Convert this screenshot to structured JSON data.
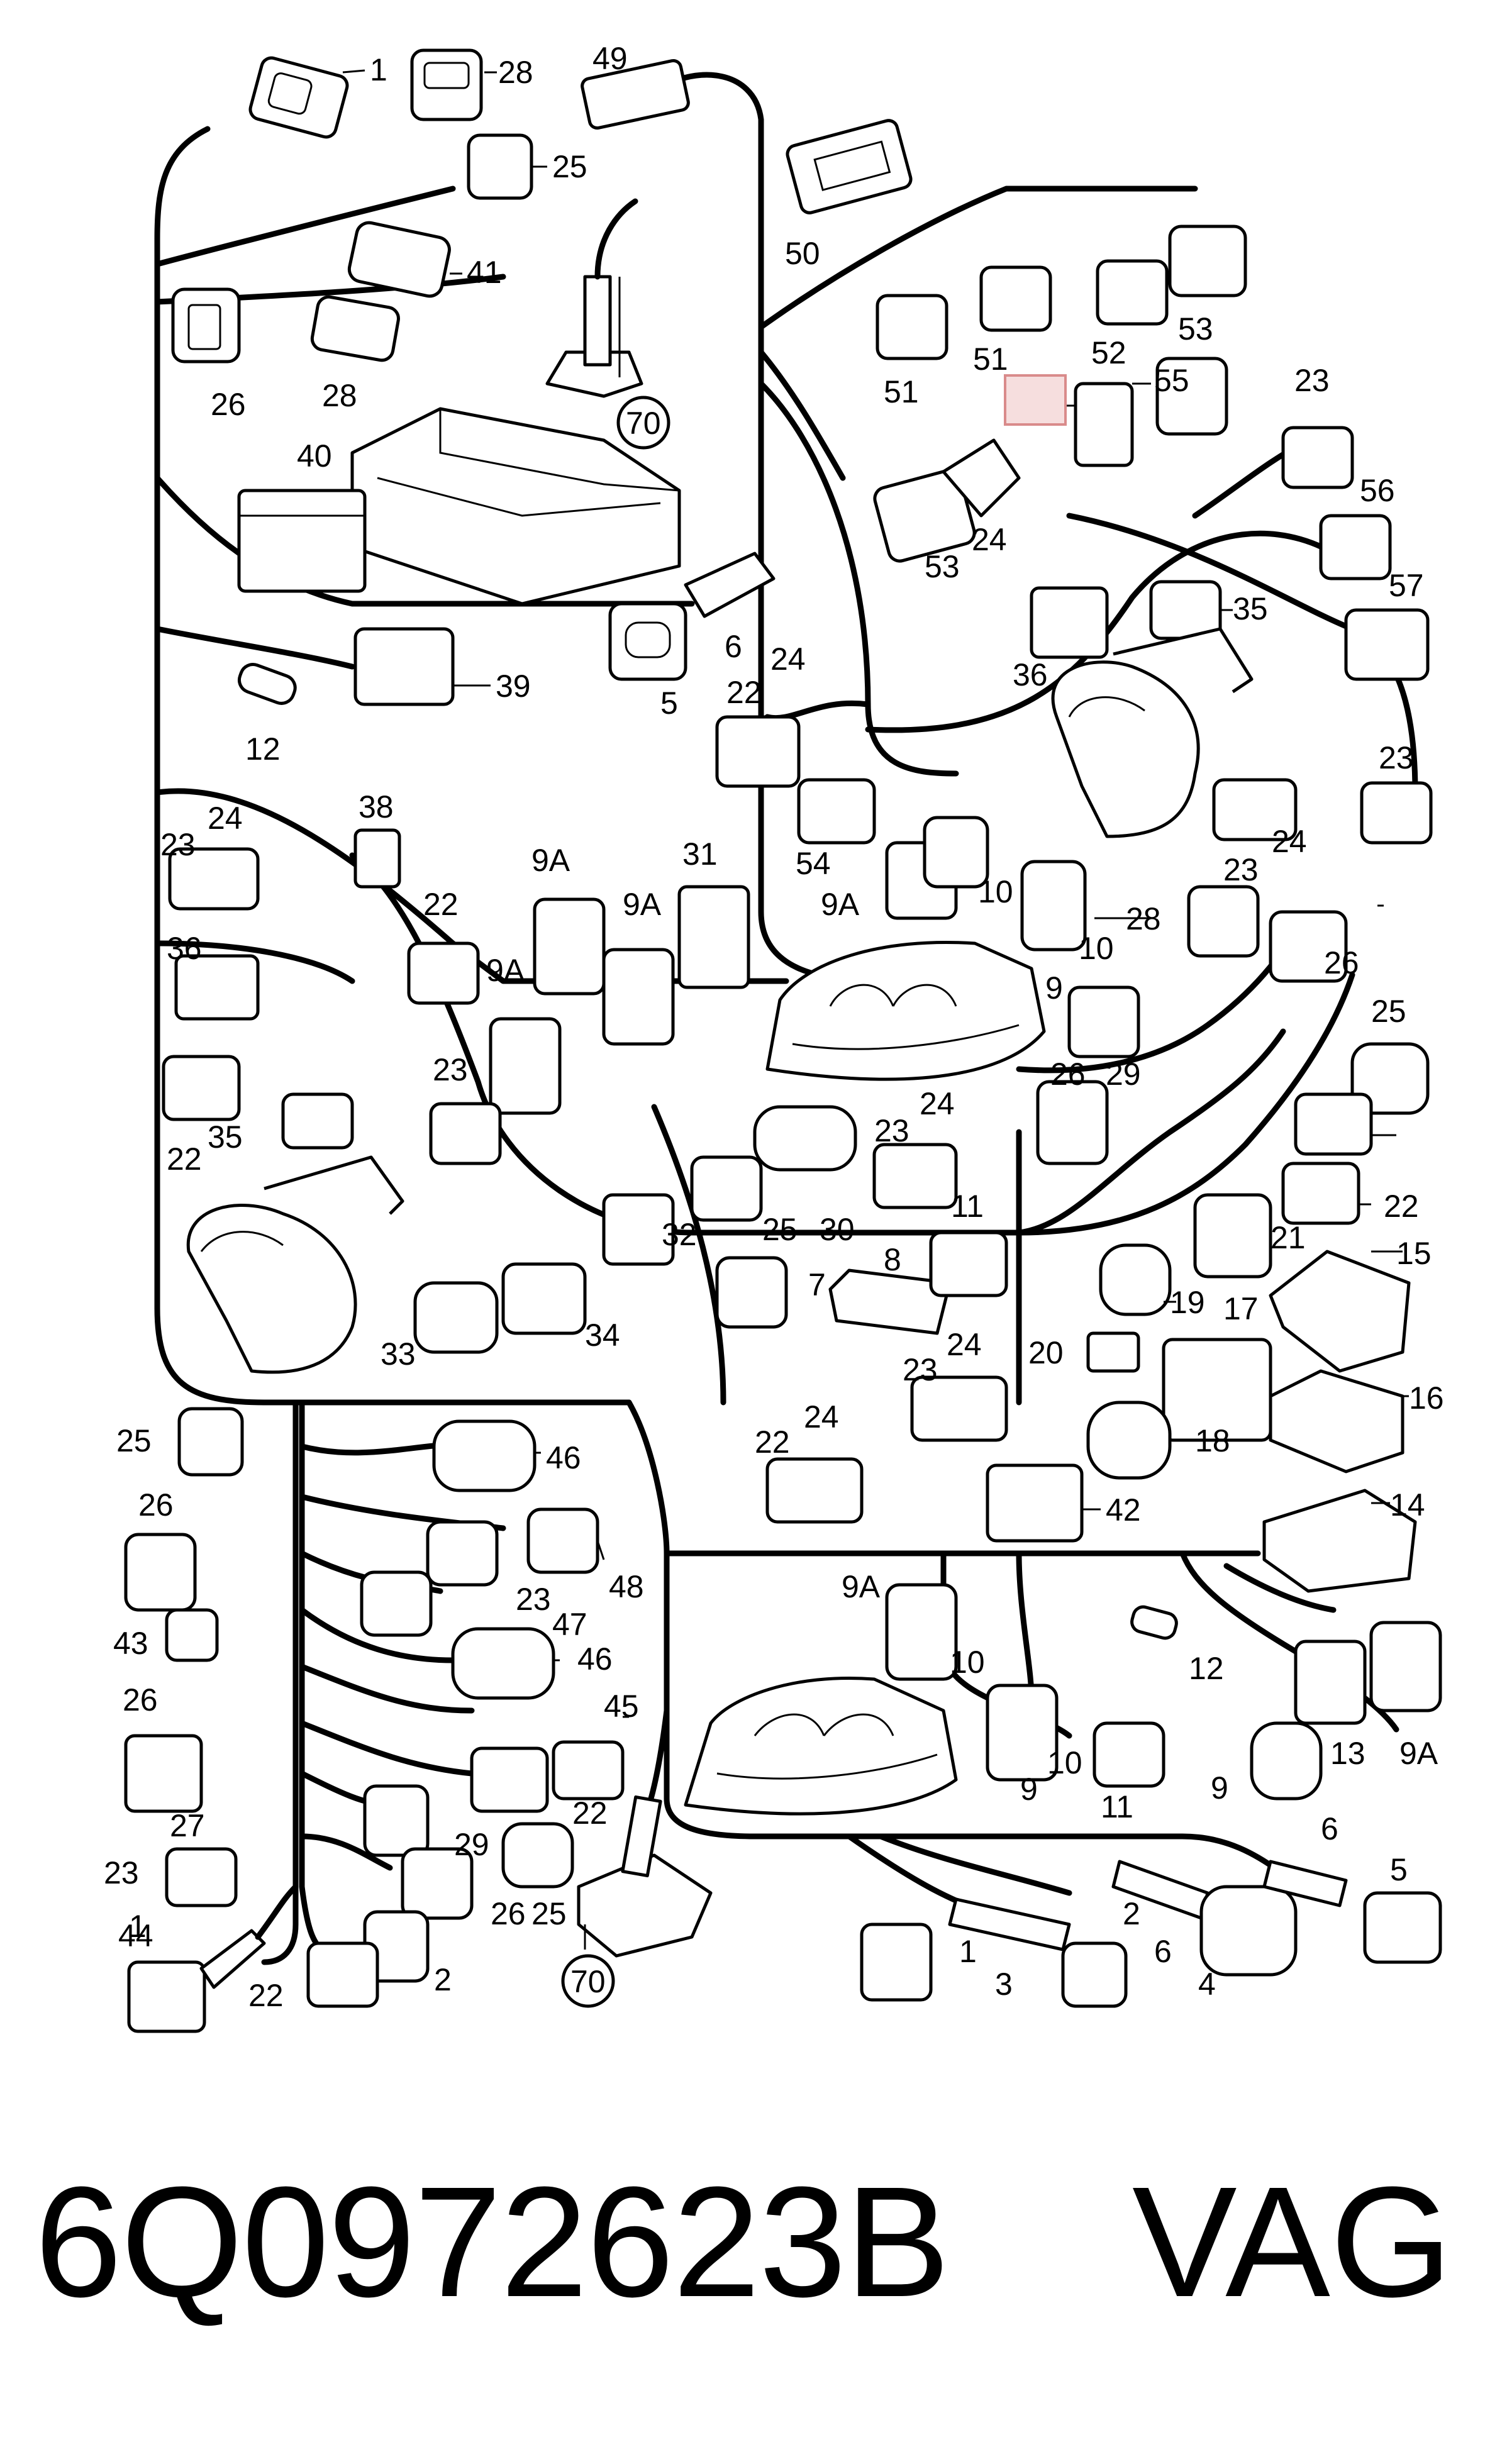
{
  "diagram": {
    "highlighted_label": "32",
    "callouts": [
      {
        "id": "c1",
        "text": "1"
      },
      {
        "id": "c28a",
        "text": "28"
      },
      {
        "id": "c49",
        "text": "49"
      },
      {
        "id": "c25a",
        "text": "25"
      },
      {
        "id": "c50",
        "text": "50"
      },
      {
        "id": "c41",
        "text": "41"
      },
      {
        "id": "c26a",
        "text": "26"
      },
      {
        "id": "c28b",
        "text": "28"
      },
      {
        "id": "c70a",
        "text": "70"
      },
      {
        "id": "c53a",
        "text": "53"
      },
      {
        "id": "c51a",
        "text": "51"
      },
      {
        "id": "c51b",
        "text": "51"
      },
      {
        "id": "c52",
        "text": "52"
      },
      {
        "id": "c55",
        "text": "55"
      },
      {
        "id": "c23a",
        "text": "23"
      },
      {
        "id": "c40",
        "text": "40"
      },
      {
        "id": "c24a",
        "text": "24"
      },
      {
        "id": "c53b",
        "text": "53"
      },
      {
        "id": "c56",
        "text": "56"
      },
      {
        "id": "c57",
        "text": "57"
      },
      {
        "id": "c35a",
        "text": "35"
      },
      {
        "id": "c36a",
        "text": "36"
      },
      {
        "id": "c6a",
        "text": "6"
      },
      {
        "id": "c5a",
        "text": "5"
      },
      {
        "id": "c39",
        "text": "39"
      },
      {
        "id": "c12a",
        "text": "12"
      },
      {
        "id": "c22a",
        "text": "22"
      },
      {
        "id": "c24b",
        "text": "24"
      },
      {
        "id": "c23b",
        "text": "23"
      },
      {
        "id": "c24c",
        "text": "24"
      },
      {
        "id": "c23c",
        "text": "23"
      },
      {
        "id": "c54",
        "text": "54"
      },
      {
        "id": "c9Aa",
        "text": "9A"
      },
      {
        "id": "c10a",
        "text": "10"
      },
      {
        "id": "c10b",
        "text": "10"
      },
      {
        "id": "c38",
        "text": "38"
      },
      {
        "id": "c23d",
        "text": "23"
      },
      {
        "id": "c24d",
        "text": "24"
      },
      {
        "id": "c31",
        "text": "31"
      },
      {
        "id": "c9Ab",
        "text": "9A"
      },
      {
        "id": "c9Ac",
        "text": "9A"
      },
      {
        "id": "c22b",
        "text": "22"
      },
      {
        "id": "c36b",
        "text": "36"
      },
      {
        "id": "c9Ad",
        "text": "9A"
      },
      {
        "id": "c28c",
        "text": "28"
      },
      {
        "id": "c26b",
        "text": "26"
      },
      {
        "id": "c9a",
        "text": "9"
      },
      {
        "id": "c25b",
        "text": "25"
      },
      {
        "id": "c29a",
        "text": "29"
      },
      {
        "id": "c22c",
        "text": "22"
      },
      {
        "id": "c35b",
        "text": "35"
      },
      {
        "id": "c23e",
        "text": "23"
      },
      {
        "id": "c26c",
        "text": "26"
      },
      {
        "id": "c23f",
        "text": "23"
      },
      {
        "id": "c24e",
        "text": "24"
      },
      {
        "id": "c25c",
        "text": "25"
      },
      {
        "id": "c30",
        "text": "30"
      },
      {
        "id": "c32b",
        "text": "32"
      },
      {
        "id": "c22d",
        "text": "22"
      },
      {
        "id": "c21",
        "text": "21"
      },
      {
        "id": "c11a",
        "text": "11"
      },
      {
        "id": "c15",
        "text": "15"
      },
      {
        "id": "c8",
        "text": "8"
      },
      {
        "id": "c7",
        "text": "7"
      },
      {
        "id": "c19",
        "text": "19"
      },
      {
        "id": "c33",
        "text": "33"
      },
      {
        "id": "c34",
        "text": "34"
      },
      {
        "id": "c17",
        "text": "17"
      },
      {
        "id": "c20",
        "text": "20"
      },
      {
        "id": "c23g",
        "text": "23"
      },
      {
        "id": "c24f",
        "text": "24"
      },
      {
        "id": "c16",
        "text": "16"
      },
      {
        "id": "c25d",
        "text": "25"
      },
      {
        "id": "c46a",
        "text": "46"
      },
      {
        "id": "c18",
        "text": "18"
      },
      {
        "id": "c22e",
        "text": "22"
      },
      {
        "id": "c24g",
        "text": "24"
      },
      {
        "id": "c42",
        "text": "42"
      },
      {
        "id": "c26d",
        "text": "26"
      },
      {
        "id": "c14",
        "text": "14"
      },
      {
        "id": "c48",
        "text": "48"
      },
      {
        "id": "c23h",
        "text": "23"
      },
      {
        "id": "c9Ae",
        "text": "9A"
      },
      {
        "id": "c43",
        "text": "43"
      },
      {
        "id": "c47",
        "text": "47"
      },
      {
        "id": "c46b",
        "text": "46"
      },
      {
        "id": "c10c",
        "text": "10"
      },
      {
        "id": "c12b",
        "text": "12"
      },
      {
        "id": "c26e",
        "text": "26"
      },
      {
        "id": "c45",
        "text": "45"
      },
      {
        "id": "c13",
        "text": "13"
      },
      {
        "id": "c9Af",
        "text": "9A"
      },
      {
        "id": "c9b",
        "text": "9"
      },
      {
        "id": "c10d",
        "text": "10"
      },
      {
        "id": "c9c",
        "text": "9"
      },
      {
        "id": "c22f",
        "text": "22"
      },
      {
        "id": "c11b",
        "text": "11"
      },
      {
        "id": "c27",
        "text": "27"
      },
      {
        "id": "c29b",
        "text": "29"
      },
      {
        "id": "c23i",
        "text": "23"
      },
      {
        "id": "c6b",
        "text": "6"
      },
      {
        "id": "c5b",
        "text": "5"
      },
      {
        "id": "c26f",
        "text": "26"
      },
      {
        "id": "c25e",
        "text": "25"
      },
      {
        "id": "c1b",
        "text": "1"
      },
      {
        "id": "c44",
        "text": "44"
      },
      {
        "id": "c2a",
        "text": "2"
      },
      {
        "id": "c2b",
        "text": "2"
      },
      {
        "id": "c6c",
        "text": "6"
      },
      {
        "id": "c1c",
        "text": "1"
      },
      {
        "id": "c3",
        "text": "3"
      },
      {
        "id": "c4",
        "text": "4"
      },
      {
        "id": "c22g",
        "text": "22"
      },
      {
        "id": "c70b",
        "text": "70"
      }
    ]
  },
  "footer": {
    "part_number": "6Q0972623B",
    "brand": "VAG"
  }
}
